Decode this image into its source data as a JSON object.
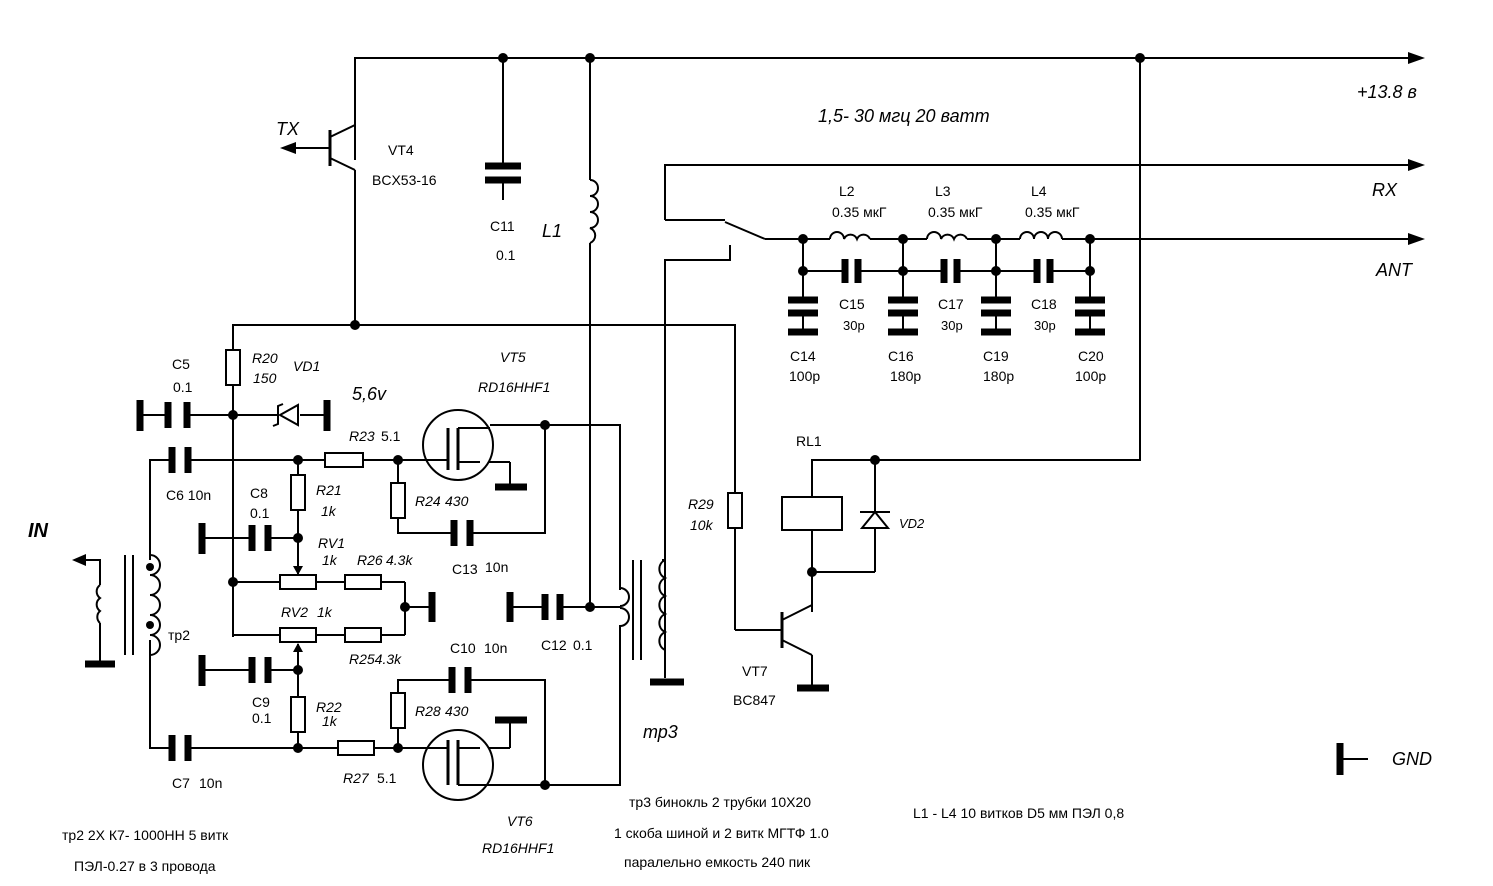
{
  "header": {
    "band": "1,5- 30 мгц  20 ватт",
    "supply": "+13.8 в"
  },
  "ports": {
    "tx": "TX",
    "rx": "RX",
    "ant": "ANT",
    "in": "IN",
    "gnd": "GND"
  },
  "components": {
    "vt4": {
      "ref": "VT4",
      "type": "BCX53-16"
    },
    "c11": {
      "ref": "C11",
      "value": "0.1"
    },
    "l1": {
      "ref": "L1"
    },
    "l2": {
      "ref": "L2",
      "value": "0.35 мкГ"
    },
    "l3": {
      "ref": "L3",
      "value": "0.35 мкГ"
    },
    "l4": {
      "ref": "L4",
      "value": "0.35 мкГ"
    },
    "c14": {
      "ref": "C14",
      "value": "100p"
    },
    "c15": {
      "ref": "C15",
      "value": "30p"
    },
    "c16": {
      "ref": "C16",
      "value": "180p"
    },
    "c17": {
      "ref": "C17",
      "value": "30p"
    },
    "c18": {
      "ref": "C18",
      "value": "30p"
    },
    "c19": {
      "ref": "C19",
      "value": "180p"
    },
    "c20": {
      "ref": "C20",
      "value": "100p"
    },
    "c5": {
      "ref": "C5",
      "value": "0.1"
    },
    "r20": {
      "ref": "R20",
      "value": "150"
    },
    "vd1": {
      "ref": "VD1",
      "value": "5,6v"
    },
    "vt5": {
      "ref": "VT5",
      "type": "RD16HHF1"
    },
    "r23": {
      "ref": "R23",
      "value": "5.1"
    },
    "c6": {
      "ref": "C6 10n"
    },
    "c8": {
      "ref": "C8",
      "value": "0.1"
    },
    "r21": {
      "ref": "R21",
      "value": "1k"
    },
    "r24": {
      "ref": "R24",
      "value": "430"
    },
    "rv1": {
      "ref": "RV1",
      "value": "1k"
    },
    "r26": {
      "ref": "R26",
      "value": "4.3k"
    },
    "c13": {
      "ref": "C13",
      "value": "10n"
    },
    "rv2": {
      "ref": "RV2",
      "value": "1k"
    },
    "r25": {
      "ref": "R254.3k"
    },
    "c12": {
      "ref": "C12",
      "value": "0.1"
    },
    "c10": {
      "ref": "C10",
      "value": "10n"
    },
    "c9": {
      "ref": "C9",
      "value": "0.1"
    },
    "r22": {
      "ref": "R22",
      "value": "1k"
    },
    "r28": {
      "ref": "R28",
      "value": "430"
    },
    "c7": {
      "ref": "C7",
      "value": "10n"
    },
    "r27": {
      "ref": "R27",
      "value": "5.1"
    },
    "vt6": {
      "ref": "VT6",
      "type": "RD16HHF1"
    },
    "tr2": {
      "ref": "тр2"
    },
    "tr3": {
      "ref": "тр3"
    },
    "rl1": {
      "ref": "RL1"
    },
    "vd2": {
      "ref": "VD2"
    },
    "r29": {
      "ref": "R29",
      "value": "10k"
    },
    "vt7": {
      "ref": "VT7",
      "type": "BC847"
    }
  },
  "notes": {
    "tr2_line1": "тр2 2Х К7- 1000НН  5 витк",
    "tr2_line2": "ПЭЛ-0.27 в 3 провода",
    "tr3_line1": "тр3 бинокль 2 трубки 10Х20",
    "tr3_line2": "1 скоба шиной и 2 витк МГТФ 1.0",
    "tr3_line3": "паралельно емкость 240 пик",
    "coils": "L1 - L4  10 витков D5 мм ПЭЛ 0,8"
  }
}
